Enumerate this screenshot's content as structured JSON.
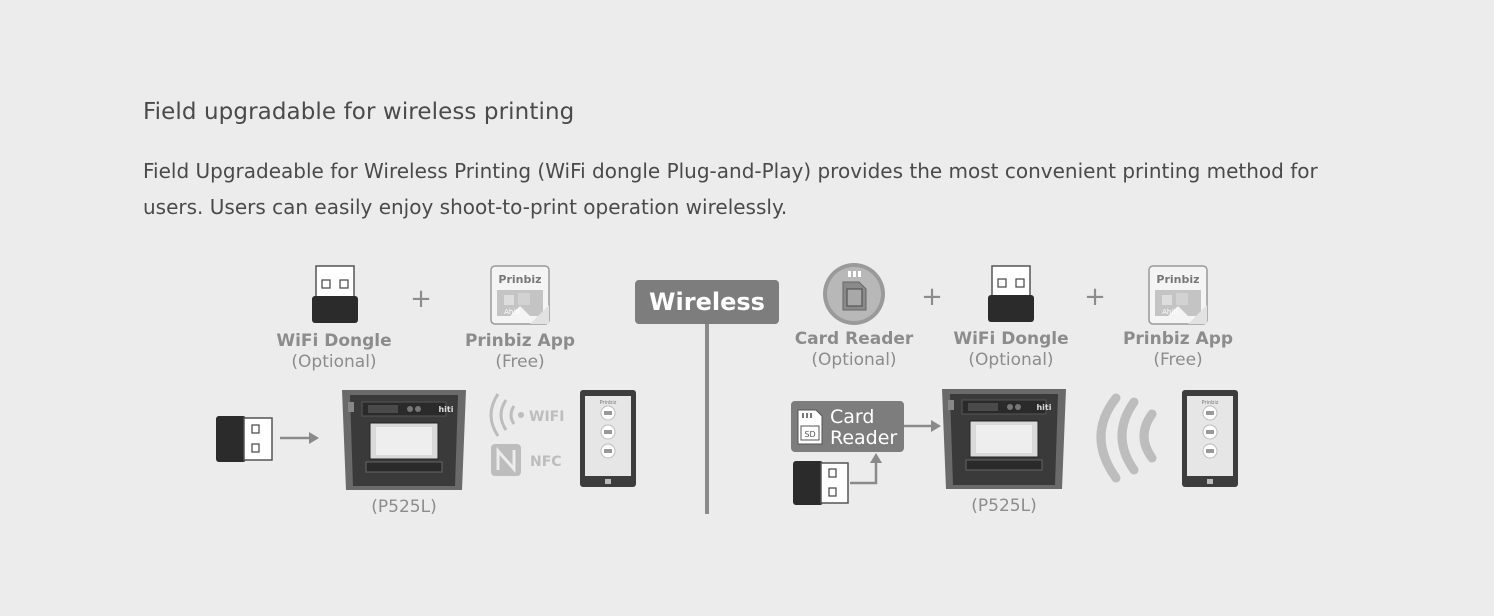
{
  "section": {
    "title": "Field upgradable for wireless printing",
    "description": "Field Upgradeable for Wireless Printing (WiFi dongle Plug-and-Play) provides the most convenient printing method for users. Users can easily enjoy shoot-to-print operation wirelessly."
  },
  "diagram": {
    "center_label": "Wireless",
    "left": {
      "dongle_name": "WiFi Dongle",
      "dongle_note": "(Optional)",
      "plus": "+",
      "app_name": "Prinbiz App",
      "app_note": "(Free)",
      "app_icon_text": "Prinbiz",
      "app_icon_brand": "Ahiti",
      "printer_brand": "hiti",
      "printer_model": "(P525L)",
      "wifi_text": "WIFI",
      "nfc_text": "NFC",
      "tablet_brand": "Prinbiz"
    },
    "right": {
      "reader_name": "Card Reader",
      "reader_note": "(Optional)",
      "plus": "+",
      "dongle_name": "WiFi Dongle",
      "dongle_note": "(Optional)",
      "app_name": "Prinbiz App",
      "app_note": "(Free)",
      "app_icon_text": "Prinbiz",
      "app_icon_brand": "Ahiti",
      "reader_box_line1": "Card",
      "reader_box_line2": "Reader",
      "sd_text": "SD",
      "printer_brand": "hiti",
      "printer_model": "(P525L)",
      "tablet_brand": "Prinbiz"
    }
  },
  "colors": {
    "background": "#ececec",
    "label_gray": "#8c8c8c",
    "badge_gray": "#7d7d7d",
    "dark_device": "#2b2b2b"
  }
}
